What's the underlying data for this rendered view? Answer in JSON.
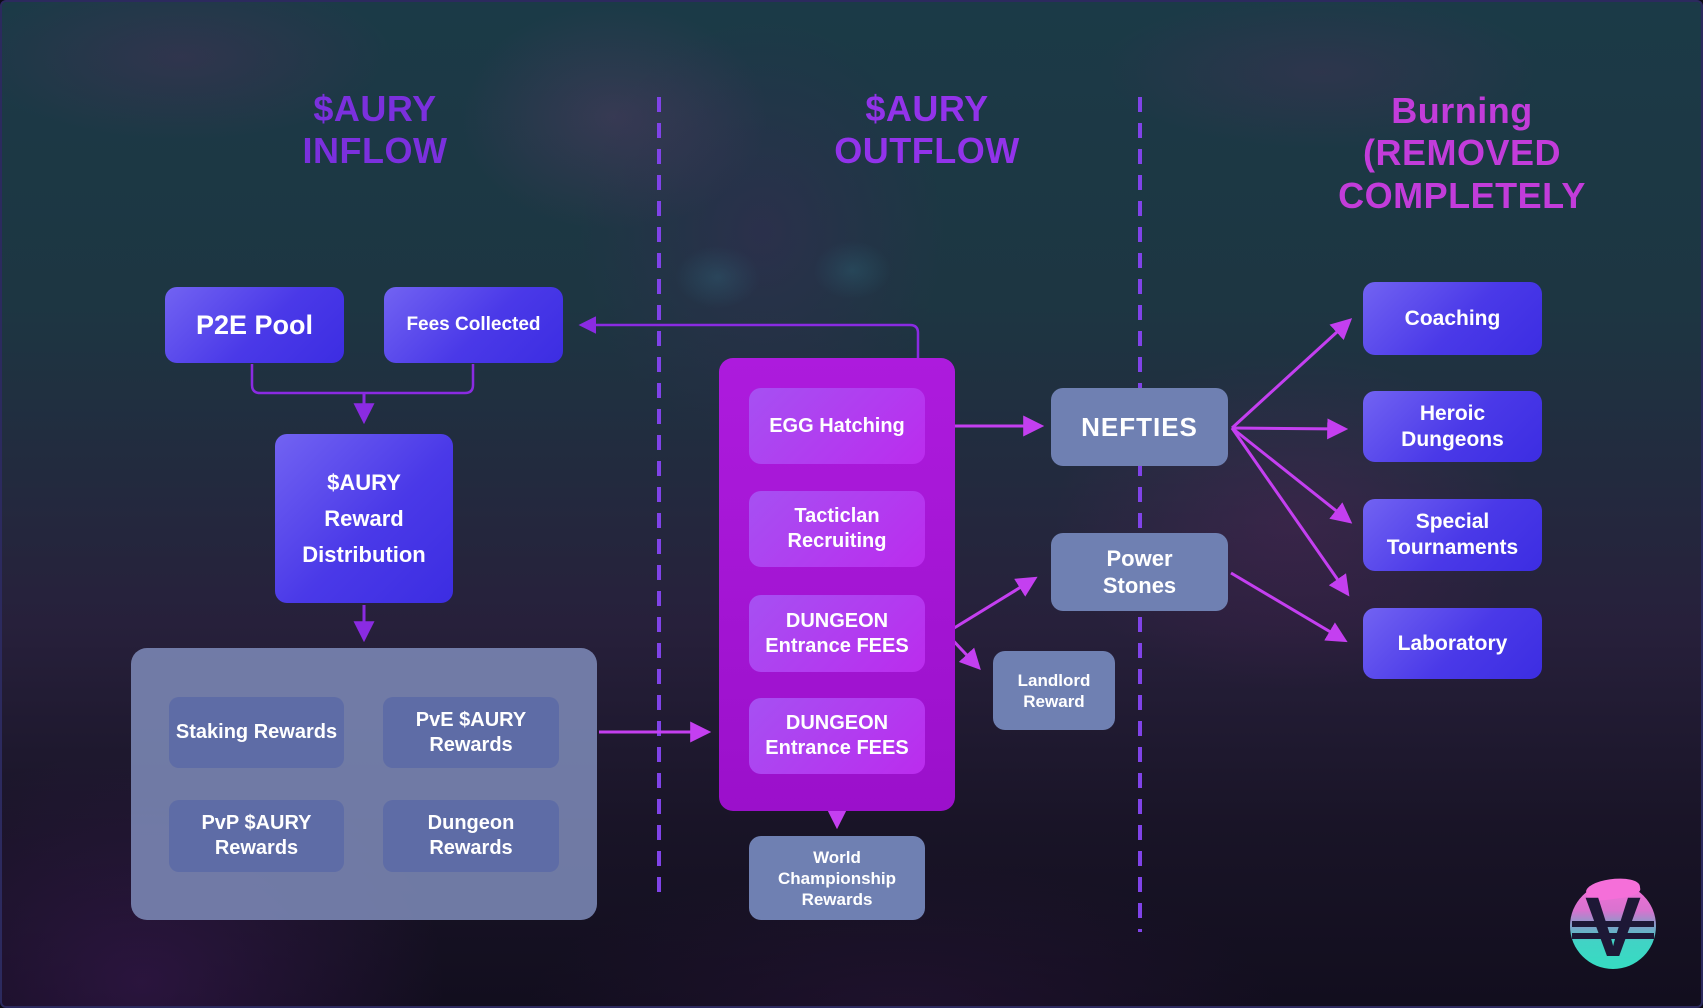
{
  "headers": {
    "inflow": "$AURY\nINFLOW",
    "outflow": "$AURY\nOUTFLOW",
    "burning": "Burning\n(REMOVED\nCOMPLETELY"
  },
  "inflow": {
    "p2e_pool": "P2E Pool",
    "fees_collected": "Fees Collected",
    "reward_distribution": "$AURY\nReward\nDistribution",
    "reward_types": [
      "Staking Rewards",
      "PvE $AURY Rewards",
      "PvP $AURY Rewards",
      "Dungeon Rewards"
    ]
  },
  "outflow": {
    "sinks": [
      "EGG Hatching",
      "Tacticlan Recruiting",
      "DUNGEON Entrance FEES",
      "DUNGEON Entrance FEES"
    ],
    "world_championship": "World Championship Rewards",
    "nefties": "NEFTIES",
    "power_stones": "Power Stones",
    "landlord_reward": "Landlord Reward"
  },
  "burning": {
    "targets": [
      "Coaching",
      "Heroic Dungeons",
      "Special Tournaments",
      "Laboratory"
    ]
  },
  "logo": {
    "letter": "V"
  },
  "colors": {
    "header_inflow": "#7b30dd",
    "header_outflow": "#9233ea",
    "header_burning": "#c23cda",
    "arrow_purple": "#8a2be2",
    "arrow_magenta": "#c43ff0",
    "divider": "#8043e8",
    "indigo_box": "#4a39e8",
    "magenta_panel": "#a416d6",
    "slate_box": "#6f80b2"
  }
}
